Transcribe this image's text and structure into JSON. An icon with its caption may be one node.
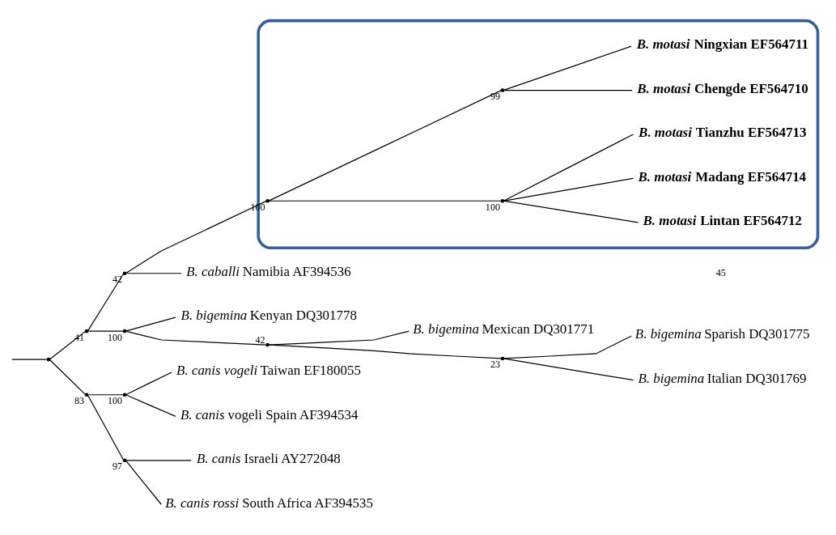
{
  "diagram": {
    "nodes": [
      {
        "text": [],
        "shape": "point"
      },
      {
        "text": [],
        "shape": "point",
        "beside": [
          "41"
        ]
      },
      {
        "text": [],
        "shape": "point",
        "beside": [
          "42"
        ]
      },
      {
        "text": [],
        "shape": "ellipse"
      },
      {
        "text": [],
        "shape": "point",
        "beside": [
          "100"
        ],
        "in": 3
      },
      {
        "text": [],
        "shape": "point",
        "beside": [
          "100"
        ],
        "in": 3
      },
      {
        "text": [
          "*B. motasi* Lintan EF564712"
        ],
        "in": 3
      },
      {
        "text": [
          "*B. motasi* Madang EF564714"
        ],
        "in": 3
      },
      {
        "text": [
          "*B. motasi* Tianzhu EF564713"
        ],
        "in": 3
      },
      {
        "text": [],
        "shape": "point",
        "beside": [
          "99"
        ],
        "in": 3
      },
      {
        "text": [
          "*B. motasi* Chengde EF564710"
        ],
        "in": 3
      },
      {
        "text": [
          "*B. motasi* Ningxian EF564711"
        ],
        "in": 3
      },
      {
        "text": [
          "*B. caballi* Namibia AF394536"
        ]
      },
      {
        "text": [],
        "shape": "point",
        "beside": [
          "100"
        ]
      },
      {
        "text": [
          "*B. bigemina* Kenyan DQ301778"
        ]
      },
      {
        "text": [],
        "shape": "point",
        "beside": [
          "42"
        ]
      },
      {
        "text": [
          "*B. bigemina* Mexican DQ301771"
        ]
      },
      {
        "text": [],
        "shape": "point",
        "beside": [
          "23"
        ]
      },
      {
        "text": [
          "*B. bigemina* Sparish DQ301775"
        ]
      },
      {
        "text": [
          "*B. bigemina* Italian DQ301769"
        ]
      },
      {
        "text": [],
        "shape": "point",
        "beside": [
          "83"
        ]
      },
      {
        "text": [],
        "shape": "point",
        "beside": [
          "100"
        ]
      },
      {
        "text": [
          "*B. canis vogeli* Taiwan EF180055"
        ]
      },
      {
        "text": [
          "*B. canis* vogeli Spain AF394534"
        ]
      },
      {
        "text": [],
        "shape": "point",
        "beside": [
          "97"
        ]
      },
      {
        "text": [
          "*B. canis* Israeli AY272048"
        ]
      },
      {
        "text": [
          "*B. canis rossi* South Africa AF394535"
        ]
      }
    ],
    "edges": [
      {
        "from": null,
        "to": 0,
        "arrow": "none"
      },
      {
        "from": 0,
        "to": 1,
        "arrow": "none"
      },
      {
        "from": 1,
        "to": 2,
        "arrow": "none"
      },
      {
        "from": 2,
        "to": 4,
        "arrow": "none"
      },
      {
        "from": 4,
        "to": 5,
        "arrow": "none"
      },
      {
        "from": 5,
        "to": 6,
        "arrow": "none"
      },
      {
        "from": 5,
        "to": 7,
        "arrow": "none"
      },
      {
        "from": 5,
        "to": 8,
        "arrow": "none"
      },
      {
        "from": 4,
        "to": 9,
        "arrow": "none"
      },
      {
        "from": 9,
        "to": 10,
        "arrow": "none"
      },
      {
        "from": 9,
        "to": 11,
        "arrow": "none"
      },
      {
        "from": 2,
        "to": 12,
        "arrow": "none"
      },
      {
        "from": 1,
        "to": 13,
        "arrow": "none"
      },
      {
        "from": 13,
        "to": 14,
        "arrow": "none"
      },
      {
        "from": 13,
        "to": 15,
        "arrow": "none"
      },
      {
        "from": 15,
        "to": 16,
        "arrow": "none"
      },
      {
        "from": 15,
        "to": 17,
        "arrow": "none"
      },
      {
        "from": 17,
        "to": 18,
        "arrow": "none"
      },
      {
        "from": 17,
        "to": 19,
        "arrow": "none"
      },
      {
        "from": 0,
        "to": 20,
        "arrow": "none"
      },
      {
        "from": 20,
        "to": 21,
        "arrow": "none"
      },
      {
        "from": 21,
        "to": 22,
        "arrow": "none"
      },
      {
        "from": 21,
        "to": 23,
        "arrow": "none"
      },
      {
        "from": 20,
        "to": 24,
        "arrow": "none"
      },
      {
        "from": 24,
        "to": 25,
        "arrow": "none"
      },
      {
        "from": 24,
        "to": 26,
        "arrow": "none"
      }
    ],
    "labels": [
      "45"
    ]
  }
}
